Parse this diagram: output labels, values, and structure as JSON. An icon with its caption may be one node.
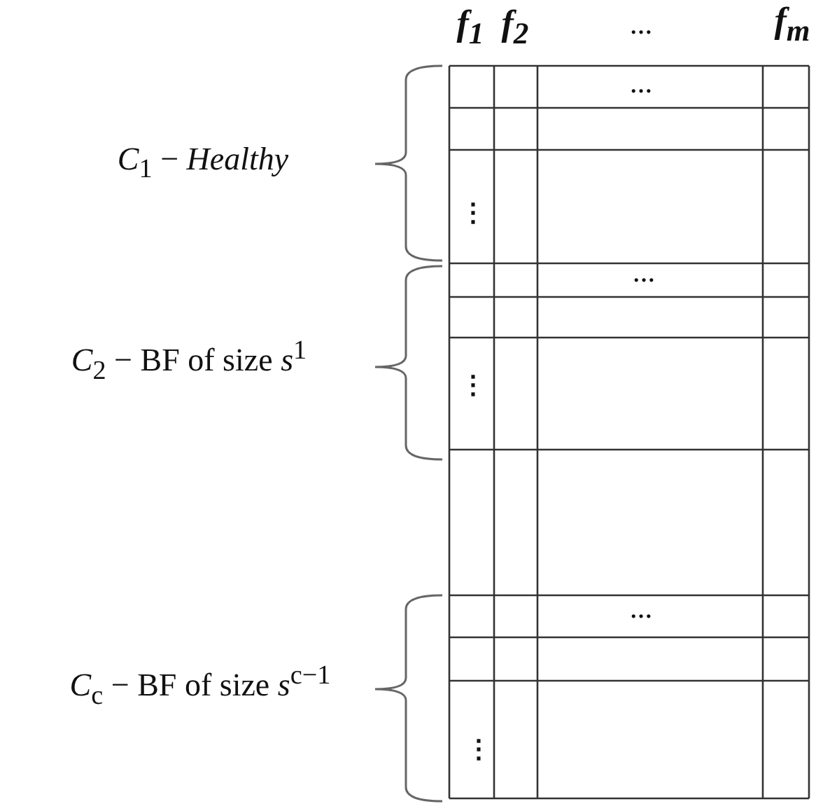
{
  "diagram": {
    "labels": [
      "f$_{1}$",
      "f$_{2}$",
      "…",
      "f$_{m}$",
      "…",
      "*C*$_{1}$ − *Healthy*",
      "⋮",
      "…",
      "*C*$_{2}$ − BF of size *s*$^{1}$",
      "⋮",
      "…",
      "*C*$_{c}$ − BF of size *s*$^{c−1}$",
      "⋮"
    ]
  }
}
